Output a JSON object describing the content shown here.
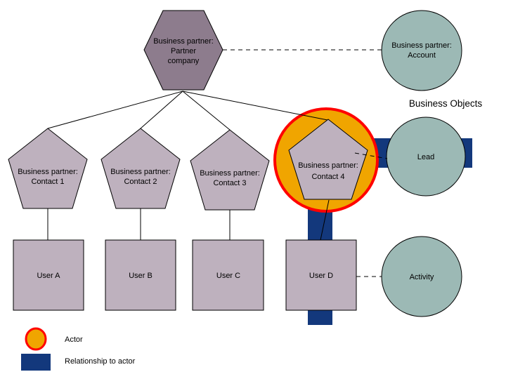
{
  "section_label": "Business Objects",
  "colors": {
    "partner_company_fill": "#8d7c8d",
    "contact_user_fill": "#beb1be",
    "business_object_fill": "#9cb9b5",
    "actor_fill": "#f0a500",
    "actor_border": "#ff0000",
    "relationship_fill": "#13387c",
    "outline": "#000000"
  },
  "nodes": {
    "partner_company": {
      "line1": "Business partner:",
      "line2": "Partner",
      "line3": "company"
    },
    "account": {
      "line1": "Business partner:",
      "line2": "Account"
    },
    "lead": {
      "label": "Lead"
    },
    "activity": {
      "label": "Activity"
    },
    "contact_1": {
      "line1": "Business partner:",
      "line2": "Contact 1"
    },
    "contact_2": {
      "line1": "Business partner:",
      "line2": "Contact 2"
    },
    "contact_3": {
      "line1": "Business partner:",
      "line2": "Contact 3"
    },
    "contact_4": {
      "line1": "Business partner:",
      "line2": "Contact 4"
    },
    "user_a": {
      "label": "User A"
    },
    "user_b": {
      "label": "User B"
    },
    "user_c": {
      "label": "User C"
    },
    "user_d": {
      "label": "User D"
    }
  },
  "legend": {
    "actor": "Actor",
    "relationship": "Relationship to actor"
  }
}
